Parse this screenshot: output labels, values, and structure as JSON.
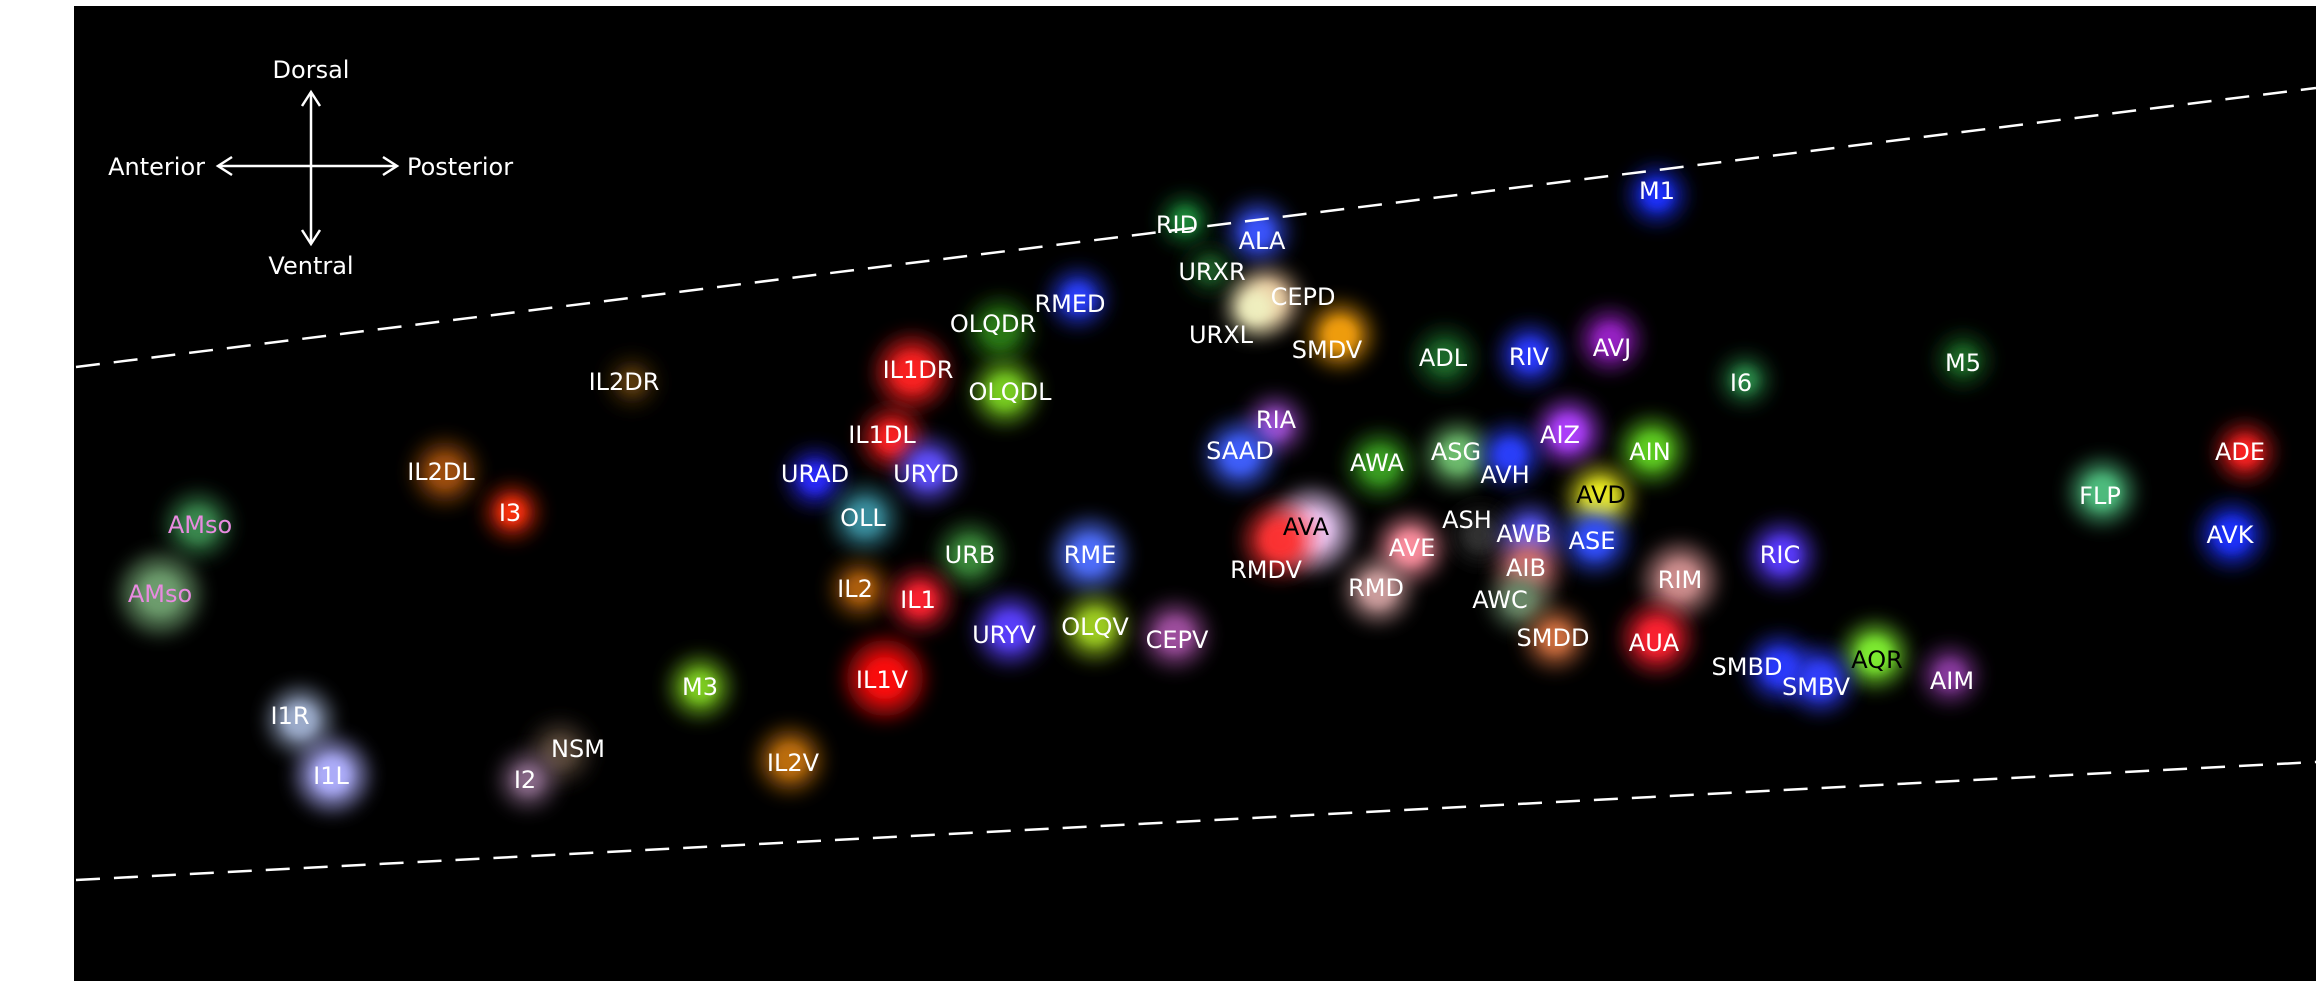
{
  "orientation": {
    "dorsal": "Dorsal",
    "ventral": "Ventral",
    "anterior": "Anterior",
    "posterior": "Posterior"
  },
  "colors": {
    "background": "#000000",
    "label_default": "#ffffff",
    "label_highlight": "#e88be0",
    "label_dark": "#000000",
    "boundary_line": "#ffffff"
  },
  "neurons": [
    {
      "name": "RID",
      "color": "#1e8a3a"
    },
    {
      "name": "ALA",
      "color": "#3a55ff"
    },
    {
      "name": "URXR",
      "color": "#1a5a28"
    },
    {
      "name": "CEPD",
      "color": "#f0c8a0"
    },
    {
      "name": "RMED",
      "color": "#2a40ff"
    },
    {
      "name": "OLQDR",
      "color": "#2a7a18"
    },
    {
      "name": "URXL",
      "color": "#f0f0c0"
    },
    {
      "name": "SMDV",
      "color": "#f5a010"
    },
    {
      "name": "ADL",
      "color": "#1e6a2a"
    },
    {
      "name": "RIV",
      "color": "#2a3aff"
    },
    {
      "name": "AVJ",
      "color": "#9a20c8"
    },
    {
      "name": "M1",
      "color": "#1a30ff"
    },
    {
      "name": "I6",
      "color": "#2a8a4a"
    },
    {
      "name": "M5",
      "color": "#1a6a28"
    },
    {
      "name": "IL1DR",
      "color": "#ff2020"
    },
    {
      "name": "OLQDL",
      "color": "#7ad020"
    },
    {
      "name": "IL2DR",
      "color": "#5a3a10"
    },
    {
      "name": "RIA",
      "color": "#a050d0"
    },
    {
      "name": "SAAD",
      "color": "#4060ff"
    },
    {
      "name": "AIZ",
      "color": "#b040ff"
    },
    {
      "name": "AWA",
      "color": "#3aa020"
    },
    {
      "name": "ASG",
      "color": "#70c070"
    },
    {
      "name": "AVH",
      "color": "#2a40ff"
    },
    {
      "name": "AIN",
      "color": "#60d020"
    },
    {
      "name": "IL1DL",
      "color": "#ff2020"
    },
    {
      "name": "URAD",
      "color": "#2a2aff"
    },
    {
      "name": "URYD",
      "color": "#6050ff"
    },
    {
      "name": "IL2DL",
      "color": "#a05010"
    },
    {
      "name": "ADE",
      "color": "#ff2020"
    },
    {
      "name": "FLP",
      "color": "#50c080"
    },
    {
      "name": "AVD",
      "color": "#f0f020",
      "dark": true
    },
    {
      "name": "AMso",
      "color": "#3a8a50",
      "pink": true
    },
    {
      "name": "I3",
      "color": "#ff3010"
    },
    {
      "name": "OLL",
      "color": "#3a90a0"
    },
    {
      "name": "ASH",
      "color": "#303030"
    },
    {
      "name": "AVA",
      "color": "#f0d0ff",
      "dark": true
    },
    {
      "name": "AWB",
      "color": "#5a5aff"
    },
    {
      "name": "ASE",
      "color": "#3050ff"
    },
    {
      "name": "AVK",
      "color": "#1a30ff"
    },
    {
      "name": "URB",
      "color": "#3a8a3a"
    },
    {
      "name": "RME",
      "color": "#5070ff"
    },
    {
      "name": "AVE",
      "color": "#ff90a0"
    },
    {
      "name": "RIC",
      "color": "#5a3aff"
    },
    {
      "name": "RMDV",
      "color": "#ff3030"
    },
    {
      "name": "AIB",
      "color": "#d07070"
    },
    {
      "name": "RIM",
      "color": "#d09090"
    },
    {
      "name": "AMso",
      "color": "#70a070",
      "pink": true
    },
    {
      "name": "IL2",
      "color": "#b06010"
    },
    {
      "name": "RMD",
      "color": "#d0a0a0"
    },
    {
      "name": "AWC",
      "color": "#6a8a6a"
    },
    {
      "name": "IL1",
      "color": "#ff2030"
    },
    {
      "name": "URYV",
      "color": "#5a40ff"
    },
    {
      "name": "OLQV",
      "color": "#a0d020"
    },
    {
      "name": "CEPV",
      "color": "#a050a0"
    },
    {
      "name": "SMDD",
      "color": "#d07040"
    },
    {
      "name": "AUA",
      "color": "#ff2030"
    },
    {
      "name": "AQR",
      "color": "#80f030",
      "dark": true
    },
    {
      "name": "SMBD",
      "color": "#2a3aff"
    },
    {
      "name": "IL1V",
      "color": "#ff1010"
    },
    {
      "name": "AIM",
      "color": "#8a3aa0"
    },
    {
      "name": "SMBV",
      "color": "#3040ff"
    },
    {
      "name": "M3",
      "color": "#80d020"
    },
    {
      "name": "I1R",
      "color": "#a0b0d0"
    },
    {
      "name": "NSM",
      "color": "#5a4a3a"
    },
    {
      "name": "IL2V",
      "color": "#c07010"
    },
    {
      "name": "I1L",
      "color": "#b0b0ff"
    },
    {
      "name": "I2",
      "color": "#8a6a8a"
    }
  ]
}
